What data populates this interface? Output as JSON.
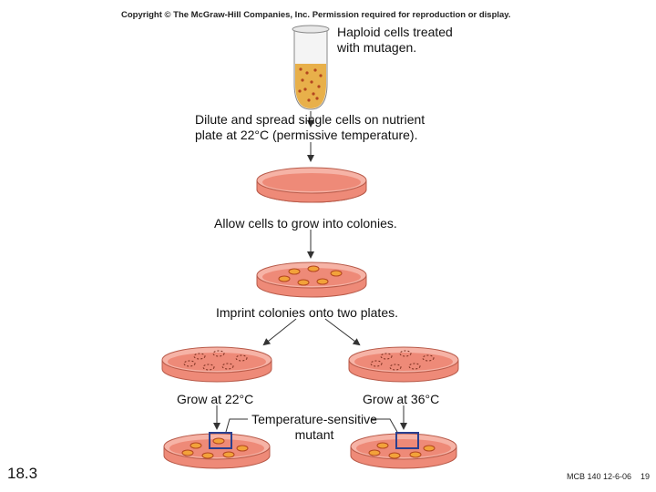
{
  "copyright": "Copyright © The McGraw-Hill Companies, Inc. Permission required for reproduction or display.",
  "steps": {
    "mutagen": "Haploid cells treated\nwith mutagen.",
    "dilute": "Dilute and spread single cells on nutrient\nplate at 22°C (permissive temperature).",
    "grow": "Allow cells to grow into colonies.",
    "imprint": "Imprint colonies onto two plates.",
    "grow22": "Grow at 22°C",
    "grow36": "Grow at 36°C",
    "mutant": "Temperature-sensitive\nmutant"
  },
  "slide_number": "18.3",
  "footer": "MCB 140 12-6-06",
  "page_number": "19",
  "colors": {
    "agar": "#ee8a78",
    "agar_light": "#f6b3a6",
    "colony": "#f2a23a",
    "colony_outline": "#b3461f",
    "highlight_box": "#2a3f8f",
    "tube_liquid": "#e8b04a"
  }
}
